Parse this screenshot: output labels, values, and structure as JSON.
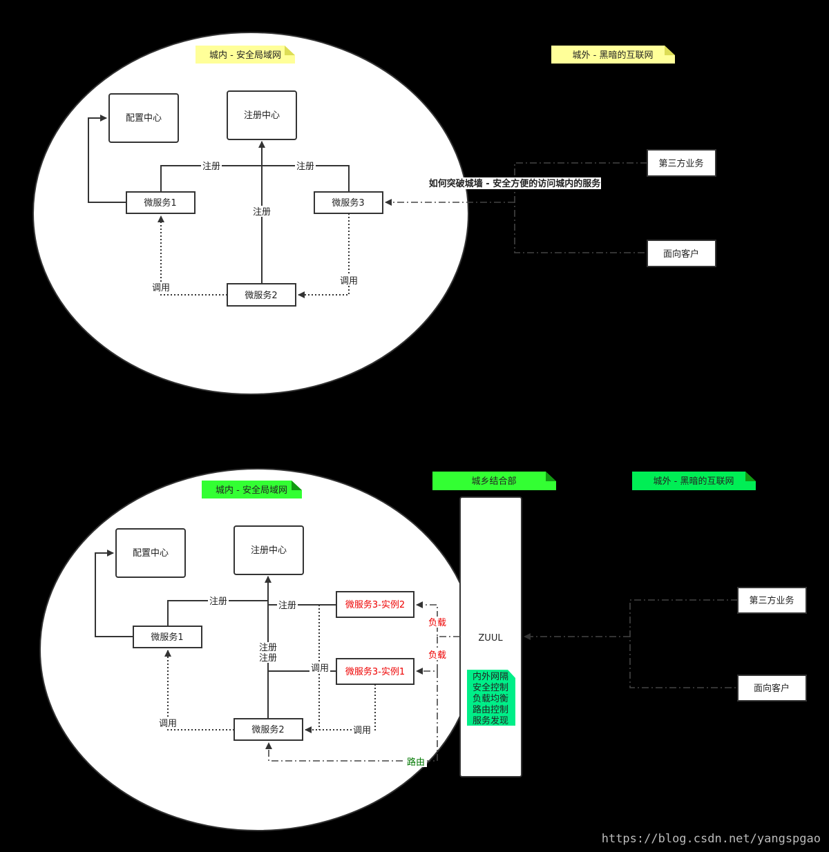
{
  "top": {
    "note_inside": "城内 - 安全局域网",
    "note_outside": "城外 - 黑暗的互联网",
    "config_center": "配置中心",
    "registry_center": "注册中心",
    "ms1": "微服务1",
    "ms2": "微服务2",
    "ms3": "微服务3",
    "register": "注册",
    "call": "调用",
    "question": "如何突破城墙 - 安全方便的访问城内的服务",
    "third_party": "第三方业务",
    "customer": "面向客户"
  },
  "bottom": {
    "note_inside": "城内 - 安全局域网",
    "note_middle": "城乡结合部",
    "note_outside": "城外 - 黑暗的互联网",
    "config_center": "配置中心",
    "registry_center": "注册中心",
    "ms1": "微服务1",
    "ms2": "微服务2",
    "ms3_inst2": "微服务3-实例2",
    "ms3_inst1": "微服务3-实例1",
    "register": "注册",
    "call": "调用",
    "load": "负载",
    "route": "路由",
    "zuul": "ZUUL",
    "zuul_features": [
      "内外网隔",
      "安全控制",
      "负载均衡",
      "路由控制",
      "服务发现"
    ],
    "third_party": "第三方业务",
    "customer": "面向客户"
  },
  "watermark": "https://blog.csdn.net/yangspgao",
  "colors": {
    "note_yellow": "#ffff99",
    "note_green": "#33ff33",
    "feature_note": "#00ee88",
    "warning_red": "#e00000",
    "route_green": "#007700"
  }
}
